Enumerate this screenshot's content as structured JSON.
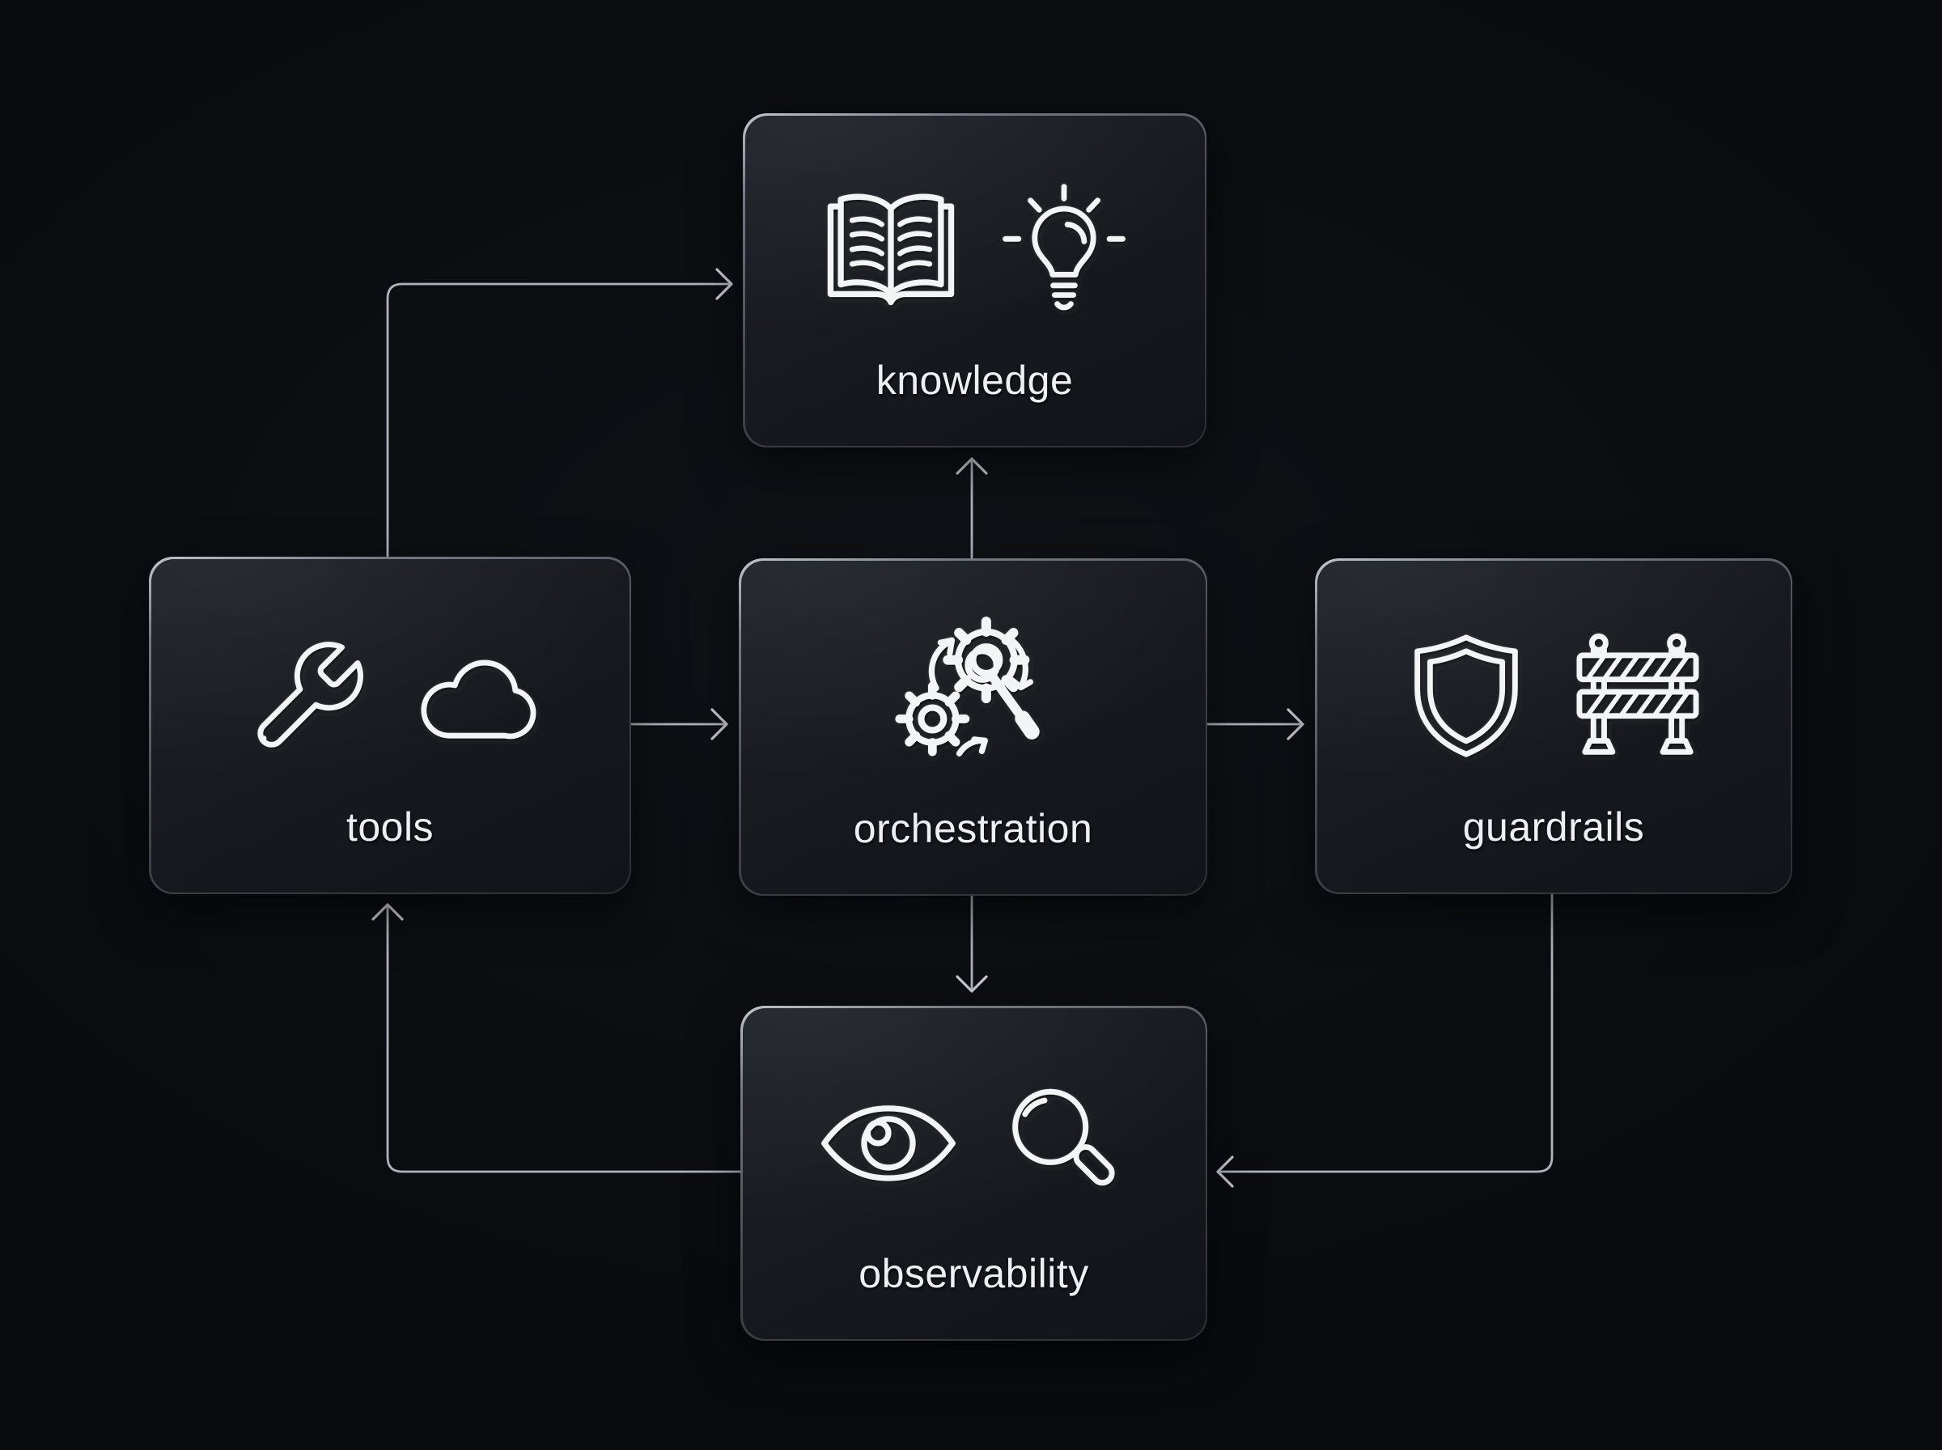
{
  "diagram": {
    "title": "agent platform components flow",
    "colors": {
      "background": "#0b0d11",
      "node_fill_top": "#1e2128",
      "node_fill_bottom": "#121419",
      "node_border": "#8b909a",
      "connector": "#aeb3bb",
      "icon_stroke": "#f2f4f6",
      "label_text": "#edeff2"
    },
    "nodes": [
      {
        "id": "knowledge",
        "label": "knowledge",
        "icons": [
          "open-book-icon",
          "lightbulb-icon"
        ]
      },
      {
        "id": "tools",
        "label": "tools",
        "icons": [
          "wrench-icon",
          "cloud-icon"
        ]
      },
      {
        "id": "orchestration",
        "label": "orchestration",
        "icons": [
          "gears-icon",
          "magic-wand-icon"
        ]
      },
      {
        "id": "guardrails",
        "label": "guardrails",
        "icons": [
          "shield-icon",
          "road-barrier-icon"
        ]
      },
      {
        "id": "observability",
        "label": "observability",
        "icons": [
          "eye-icon",
          "magnifying-glass-icon"
        ]
      }
    ],
    "edges": [
      {
        "from": "tools",
        "to": "knowledge"
      },
      {
        "from": "orchestration",
        "to": "knowledge"
      },
      {
        "from": "tools",
        "to": "orchestration"
      },
      {
        "from": "orchestration",
        "to": "guardrails"
      },
      {
        "from": "orchestration",
        "to": "observability"
      },
      {
        "from": "guardrails",
        "to": "observability"
      },
      {
        "from": "observability",
        "to": "tools"
      }
    ]
  }
}
